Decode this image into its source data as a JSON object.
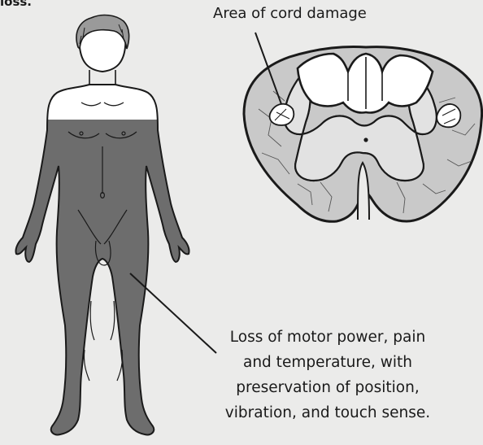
{
  "labels": {
    "top_clipped": "loss.",
    "cord_area": "Area of cord damage",
    "caption_lines": [
      "Loss of motor power, pain",
      "and temperature, with",
      "preservation of position,",
      "vibration, and touch sense."
    ]
  },
  "colors": {
    "background": "#ebebea",
    "affected_region": "#6d6d6d",
    "outline": "#1a1a1a",
    "white_matter": "#c9c9c9",
    "gray_matter": "#e2e2e2",
    "unaffected_column": "#ffffff"
  },
  "icons": {
    "figure": "human-body-figure",
    "cross_section": "spinal-cord-cross-section"
  }
}
